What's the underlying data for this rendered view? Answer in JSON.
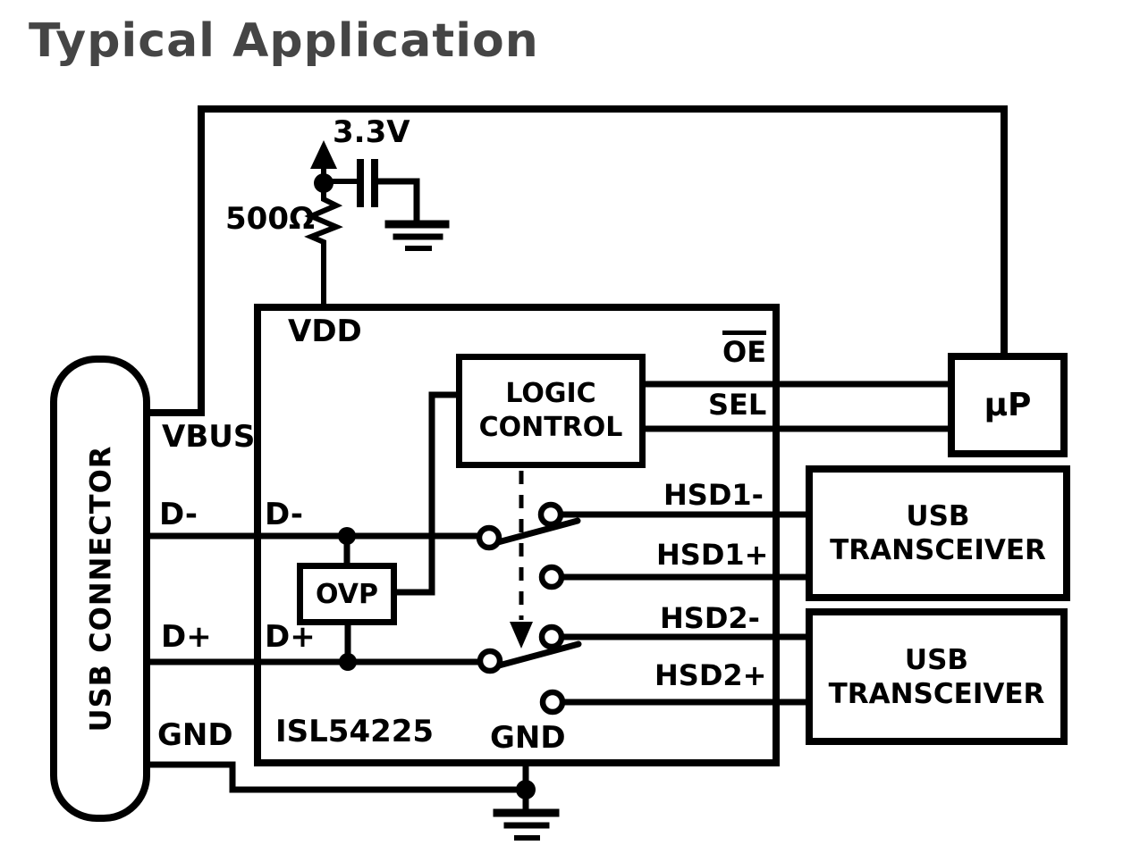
{
  "title": "Typical Application",
  "colors": {
    "ink": "#000000",
    "title_gray": "#454545",
    "background": "#ffffff"
  },
  "diagram": {
    "usb_connector": {
      "label": "USB CONNECTOR"
    },
    "connector_pins": {
      "d_minus": "D-",
      "d_plus": "D+",
      "gnd": "GND",
      "vbus": "VBUS"
    },
    "ic": {
      "part_number": "ISL54225",
      "pins": {
        "vdd": "VDD",
        "d_minus": "D-",
        "d_plus": "D+",
        "gnd": "GND",
        "oe": "OE",
        "sel": "SEL",
        "hsd1_minus": "HSD1-",
        "hsd1_plus": "HSD1+",
        "hsd2_minus": "HSD2-",
        "hsd2_plus": "HSD2+"
      },
      "blocks": {
        "logic_control_line1": "LOGIC",
        "logic_control_line2": "CONTROL",
        "ovp": "OVP"
      }
    },
    "power": {
      "supply_voltage": "3.3V",
      "pullup_resistor": "500Ω"
    },
    "external_blocks": {
      "microprocessor": "µP",
      "transceiver1_line1": "USB",
      "transceiver1_line2": "TRANSCEIVER",
      "transceiver2_line1": "USB",
      "transceiver2_line2": "TRANSCEIVER"
    }
  }
}
